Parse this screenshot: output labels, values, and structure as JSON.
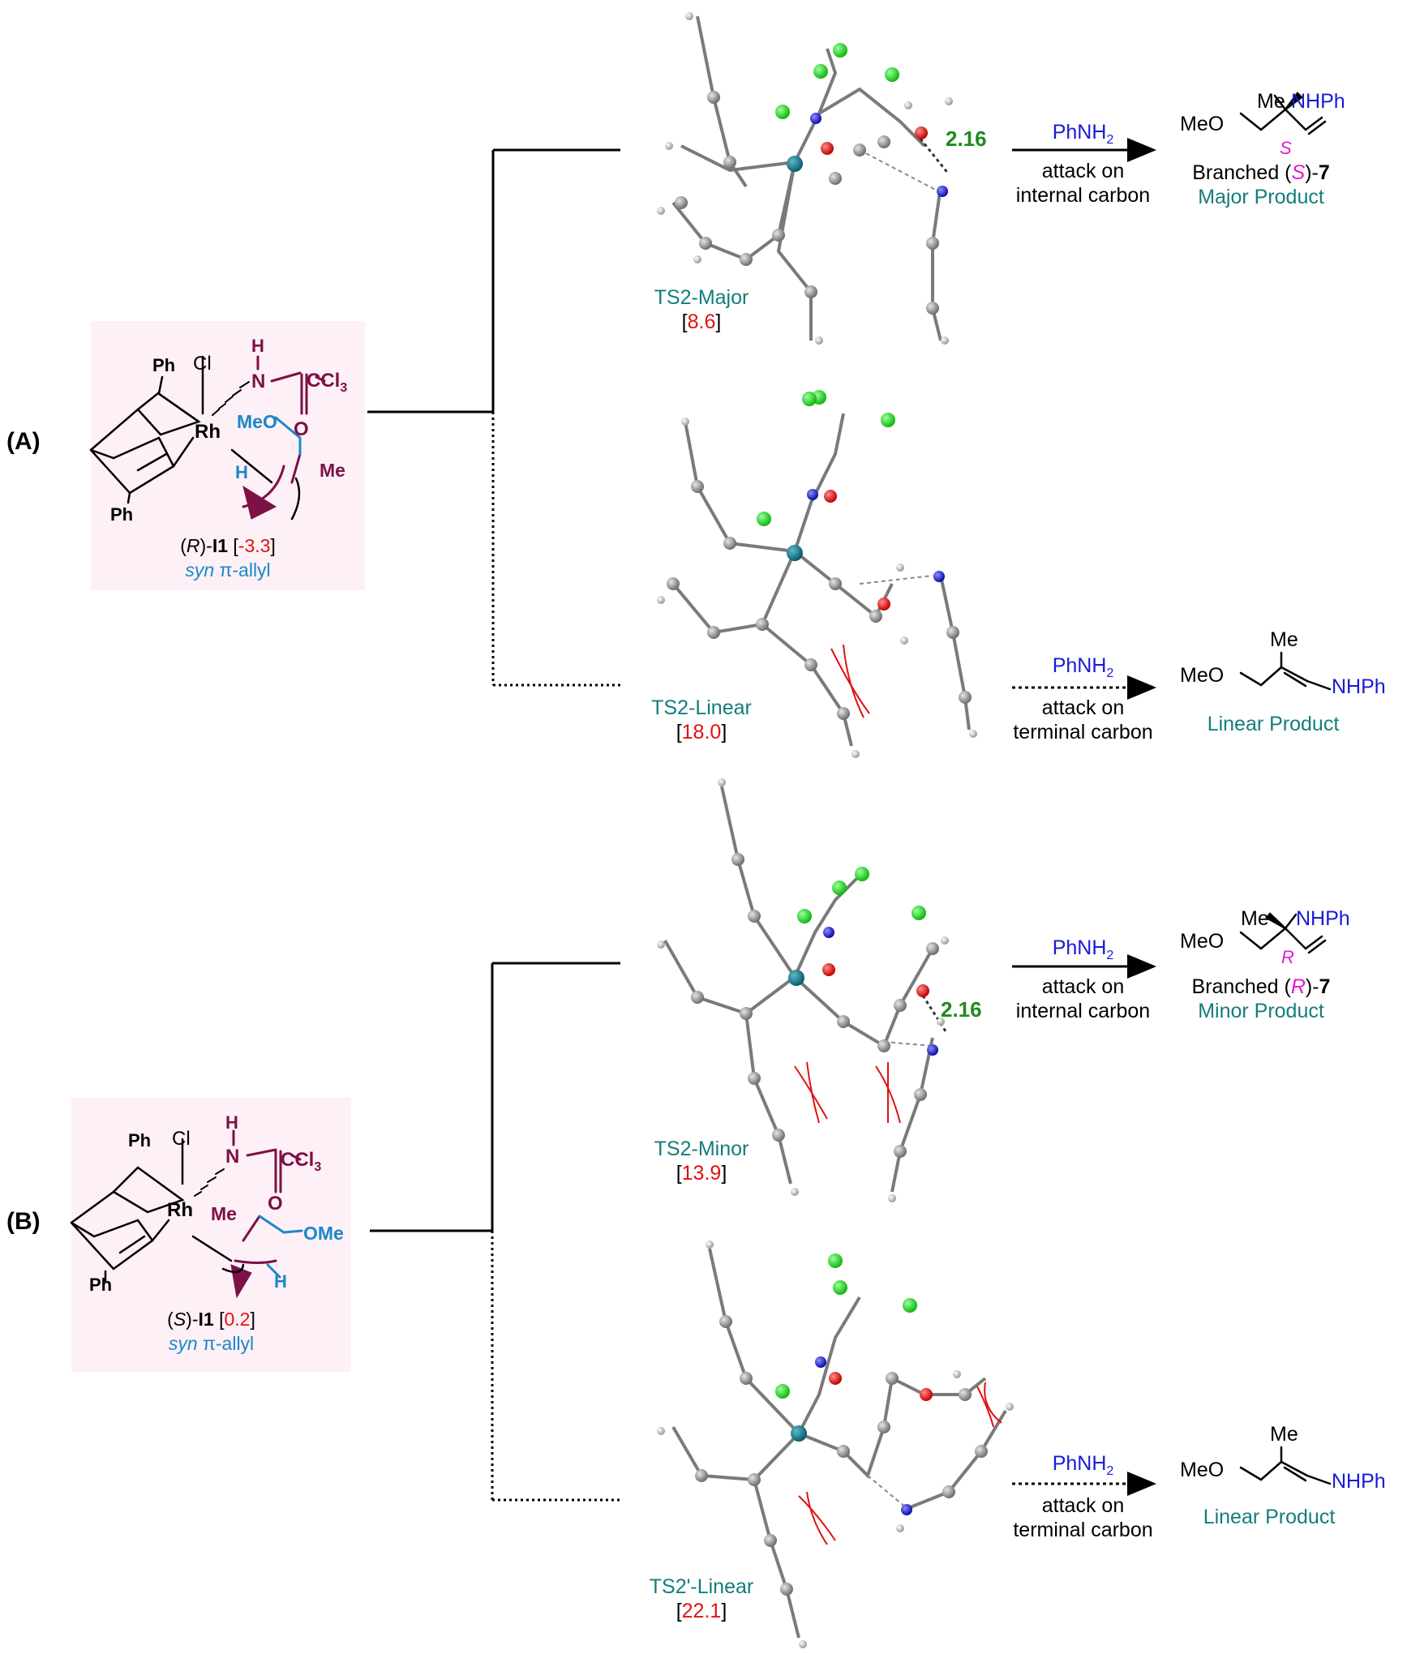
{
  "panels": {
    "a": {
      "label": "(A)",
      "intermediate": {
        "config": "R",
        "name": "I1",
        "energy": "-3.3",
        "type_italic": "syn",
        "type_rest": "π-allyl"
      },
      "ts_major": {
        "name": "TS2-Major",
        "energy": "8.6",
        "distance": "2.16"
      },
      "ts_linear": {
        "name": "TS2-Linear",
        "energy": "18.0"
      },
      "arrow1": {
        "reagent": "PhNH",
        "sub": "2",
        "line1": "attack on",
        "line2": "internal carbon"
      },
      "arrow2": {
        "reagent": "PhNH",
        "sub": "2",
        "line1": "attack on",
        "line2": "terminal carbon"
      },
      "product1": {
        "prefix": "Branched (",
        "config": "S",
        "suffix": ")-",
        "num": "7",
        "caption": "Major Product",
        "stereo": "S"
      },
      "product2": {
        "caption": "Linear Product"
      }
    },
    "b": {
      "label": "(B)",
      "intermediate": {
        "config": "S",
        "name": "I1",
        "energy": "0.2",
        "type_italic": "syn",
        "type_rest": "π-allyl"
      },
      "ts_minor": {
        "name": "TS2-Minor",
        "energy": "13.9",
        "distance": "2.16"
      },
      "ts_linear": {
        "name": "TS2'-Linear",
        "energy": "22.1"
      },
      "arrow1": {
        "reagent": "PhNH",
        "sub": "2",
        "line1": "attack on",
        "line2": "internal carbon"
      },
      "arrow2": {
        "reagent": "PhNH",
        "sub": "2",
        "line1": "attack on",
        "line2": "terminal carbon"
      },
      "product1": {
        "prefix": "Branched (",
        "config": "R",
        "suffix": ")-",
        "num": "7",
        "caption": "Minor Product",
        "stereo": "R"
      },
      "product2": {
        "caption": "Linear Product"
      }
    }
  },
  "atoms": {
    "ph": "Ph",
    "cl": "Cl",
    "rh": "Rh",
    "h": "H",
    "n": "N",
    "ccl3": "CCl",
    "ccl3_sub": "3",
    "o": "O",
    "meo": "MeO",
    "me": "Me",
    "ome": "OMe",
    "nhph": "NHPh"
  }
}
